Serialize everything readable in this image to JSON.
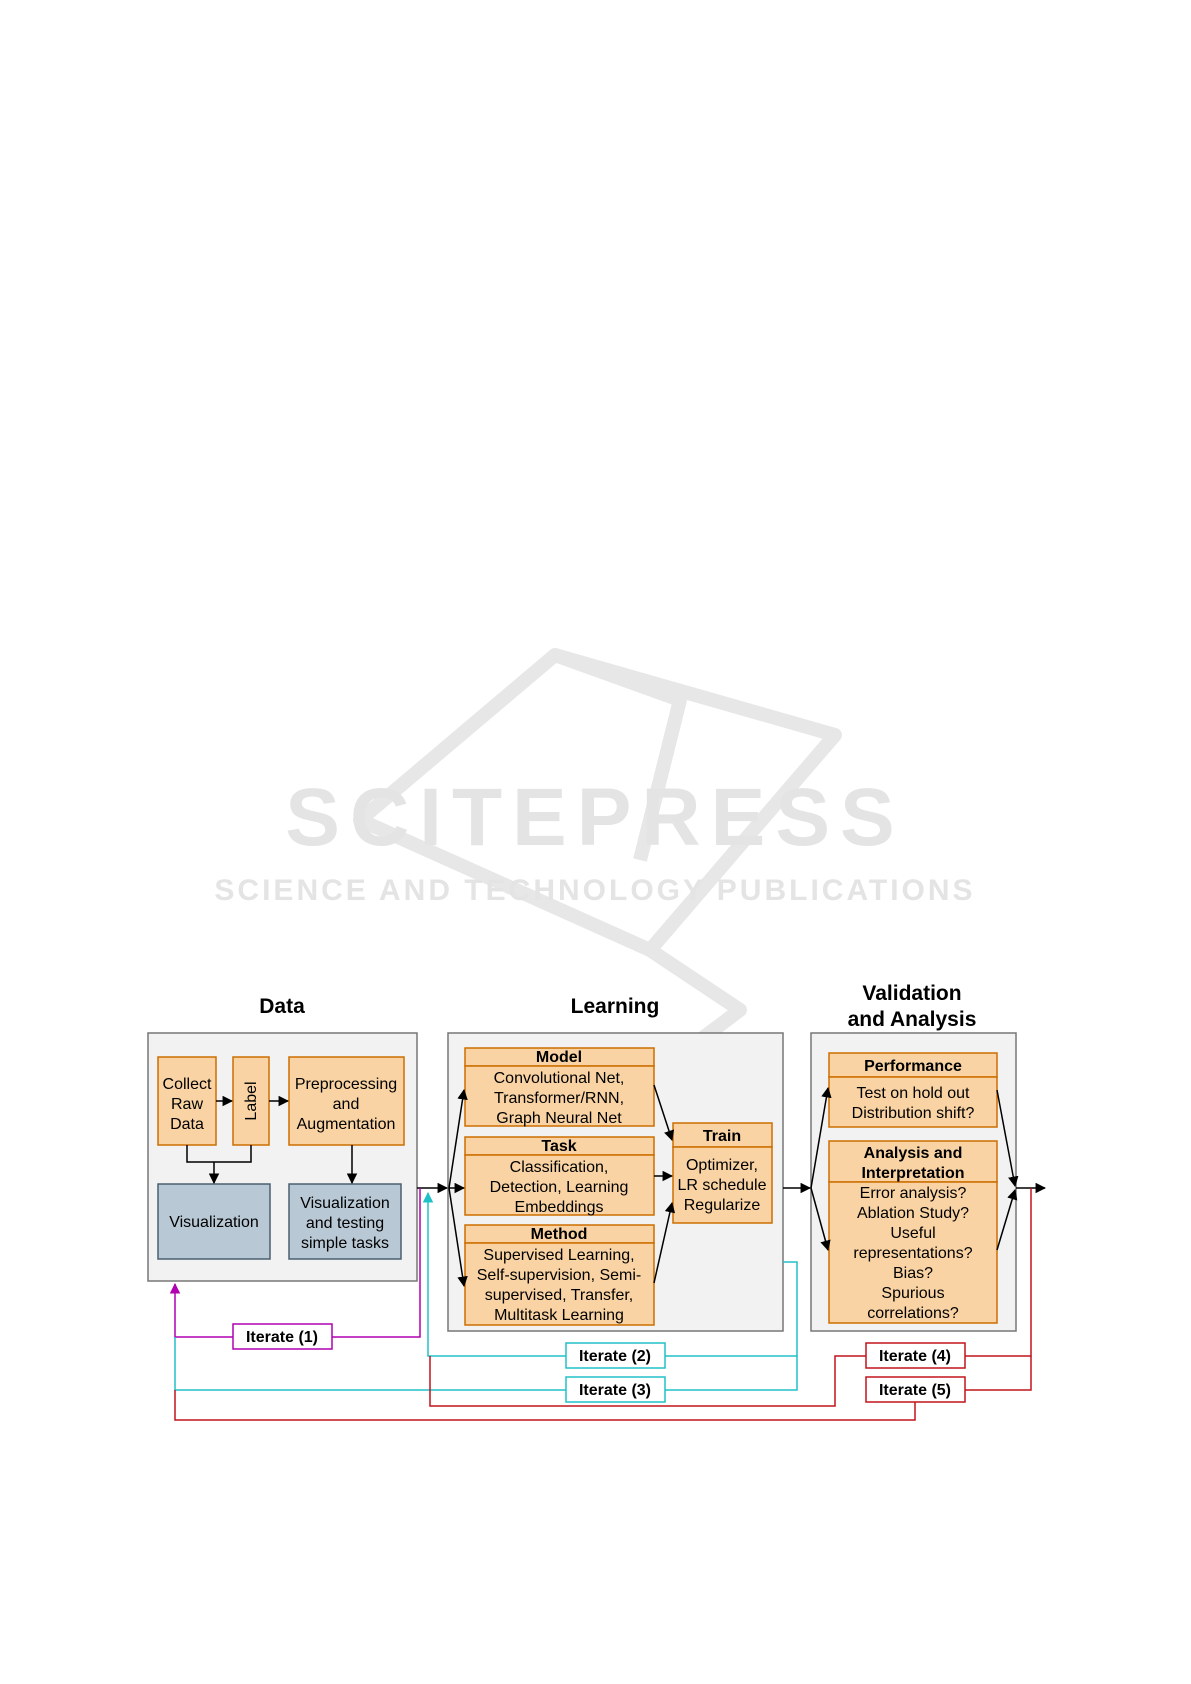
{
  "watermark": {
    "brand": "SCITEPRESS",
    "tagline": "SCIENCE AND TECHNOLOGY PUBLICATIONS"
  },
  "colors": {
    "box_fill": "#f9d3a3",
    "box_stroke": "#cc6e00",
    "slate_fill": "#b9c8d5",
    "slate_stroke": "#4b5f70",
    "panel_fill": "#f2f2f2",
    "panel_stroke": "#777777",
    "magenta": "#b000b0",
    "cyan": "#20c0c8",
    "red": "#c0141c"
  },
  "sections": {
    "data": "Data",
    "learning": "Learning",
    "validation": [
      "Validation",
      "and Analysis"
    ]
  },
  "data_boxes": {
    "collect": [
      "Collect",
      "Raw",
      "Data"
    ],
    "label": "Label",
    "preprocessing": [
      "Preprocessing",
      "and",
      "Augmentation"
    ],
    "visualization": "Visualization",
    "viz_testing": [
      "Visualization",
      "and testing",
      "simple tasks"
    ]
  },
  "learning_boxes": {
    "model": {
      "title": "Model",
      "lines": [
        "Convolutional Net,",
        "Transformer/RNN,",
        "Graph Neural Net"
      ]
    },
    "task": {
      "title": "Task",
      "lines": [
        "Classification,",
        "Detection, Learning",
        "Embeddings"
      ]
    },
    "method": {
      "title": "Method",
      "lines": [
        "Supervised Learning,",
        "Self-supervision, Semi-",
        "supervised, Transfer,",
        "Multitask Learning"
      ]
    },
    "train": {
      "title": "Train",
      "lines": [
        "Optimizer,",
        "LR schedule",
        "Regularize"
      ]
    }
  },
  "validation_boxes": {
    "performance": {
      "title": "Performance",
      "lines": [
        "Test on hold out",
        "Distribution shift?"
      ]
    },
    "analysis": {
      "title": [
        "Analysis and",
        "Interpretation"
      ],
      "lines": [
        "Error analysis?",
        "Ablation Study?",
        "Useful",
        "representations?",
        "Bias?",
        "Spurious",
        "correlations?"
      ]
    }
  },
  "iterate": [
    "Iterate (1)",
    "Iterate (2)",
    "Iterate (3)",
    "Iterate (4)",
    "Iterate (5)"
  ]
}
